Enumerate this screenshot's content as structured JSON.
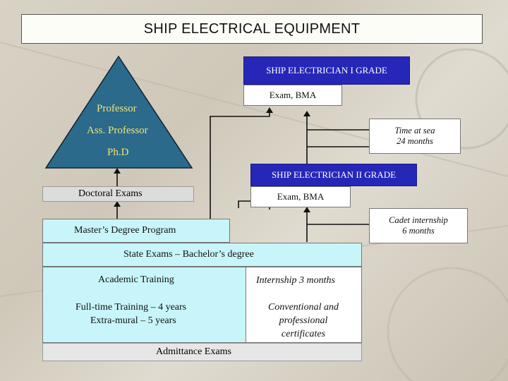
{
  "title": "SHIP ELECTRICAL EQUIPMENT",
  "grade1": {
    "title": "SHIP  ELECTRICIAN I GRADE",
    "exam": "Exam, BMA"
  },
  "grade2": {
    "title": "SHIP  ELECTRICIAN II GRADE",
    "exam": "Exam, BMA"
  },
  "time_at_sea": {
    "line1": "Time at sea",
    "line2": "24 months"
  },
  "cadet": {
    "line1": "Cadet internship",
    "line2": "6  months"
  },
  "pyramid": {
    "professor": "Professor",
    "ass_professor": "Ass. Professor",
    "phd": "Ph.D"
  },
  "doctoral": "Doctoral Exams",
  "masters": "Master’s Degree Program",
  "state_exams": "State Exams – Bachelor’s degree",
  "academic": "Academic Training",
  "fulltime": {
    "line1": "Full-time Training – 4 years",
    "line2": "Extra-mural – 5 years"
  },
  "internship": "Internship 3 months",
  "conventional": {
    "line1": "Conventional and",
    "line2": "professional",
    "line3": "certificates"
  },
  "admittance": "Admittance Exams",
  "colors": {
    "blue_box": "#2626b8",
    "pyramid": "#2b6a8a",
    "cyan_box": "#c8f5f9",
    "pyramid_text": "#f4e27a"
  }
}
